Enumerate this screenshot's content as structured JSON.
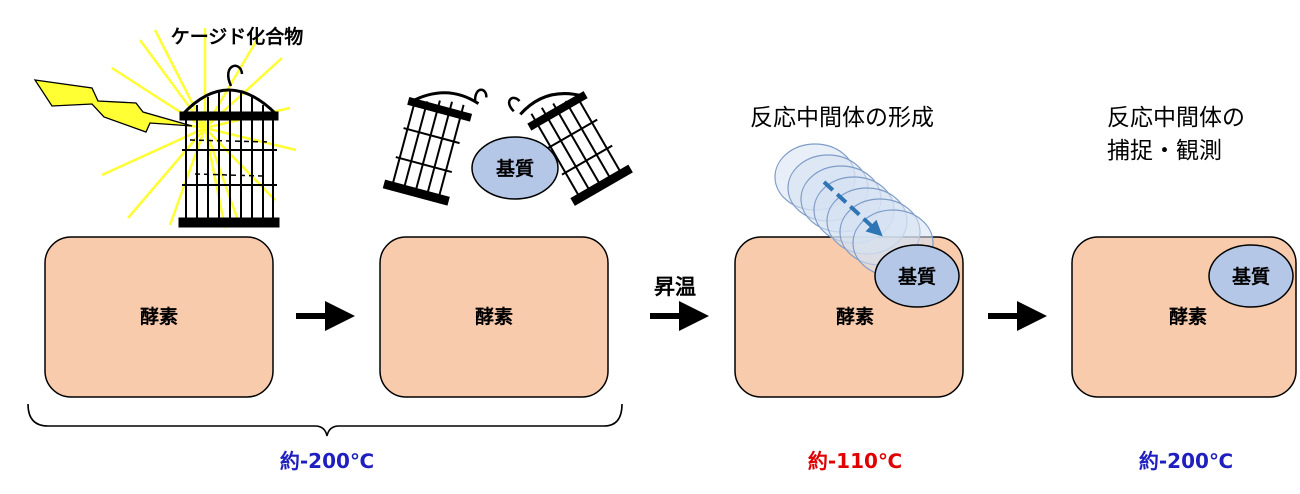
{
  "labels": {
    "caged_compound": "ケージド化合物",
    "enzyme": "酵素",
    "substrate": "基質",
    "heating": "昇温",
    "intermediate_formation": "反応中間体の形成",
    "capture_line1": "反応中間体の",
    "capture_line2": "捕捉・観測"
  },
  "temps": {
    "t1": "約-200℃",
    "t2": "約-110℃",
    "t3": "約-200℃"
  },
  "colors": {
    "enzyme_fill": "#f8cbad",
    "substrate_fill": "#b4c7e7",
    "temp_cold": "#1f1fbf",
    "temp_warm": "#e00000",
    "motion_arrow": "#2e75b6",
    "flash": "#ffff33"
  }
}
